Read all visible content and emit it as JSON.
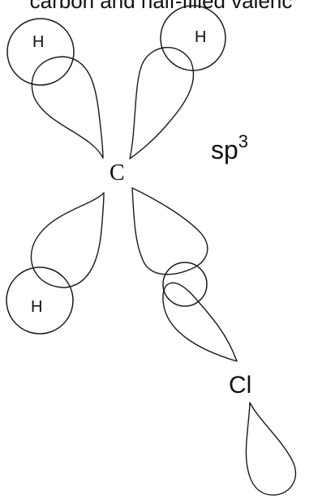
{
  "caption_text": "carbon and half-filled valenc",
  "atoms": {
    "carbon": "C",
    "chlorine": "Cl",
    "hydrogen_top_left": "H",
    "hydrogen_top_right": "H",
    "hydrogen_bottom_left": "H"
  },
  "hybridization": {
    "base": "sp",
    "superscript": "3"
  }
}
